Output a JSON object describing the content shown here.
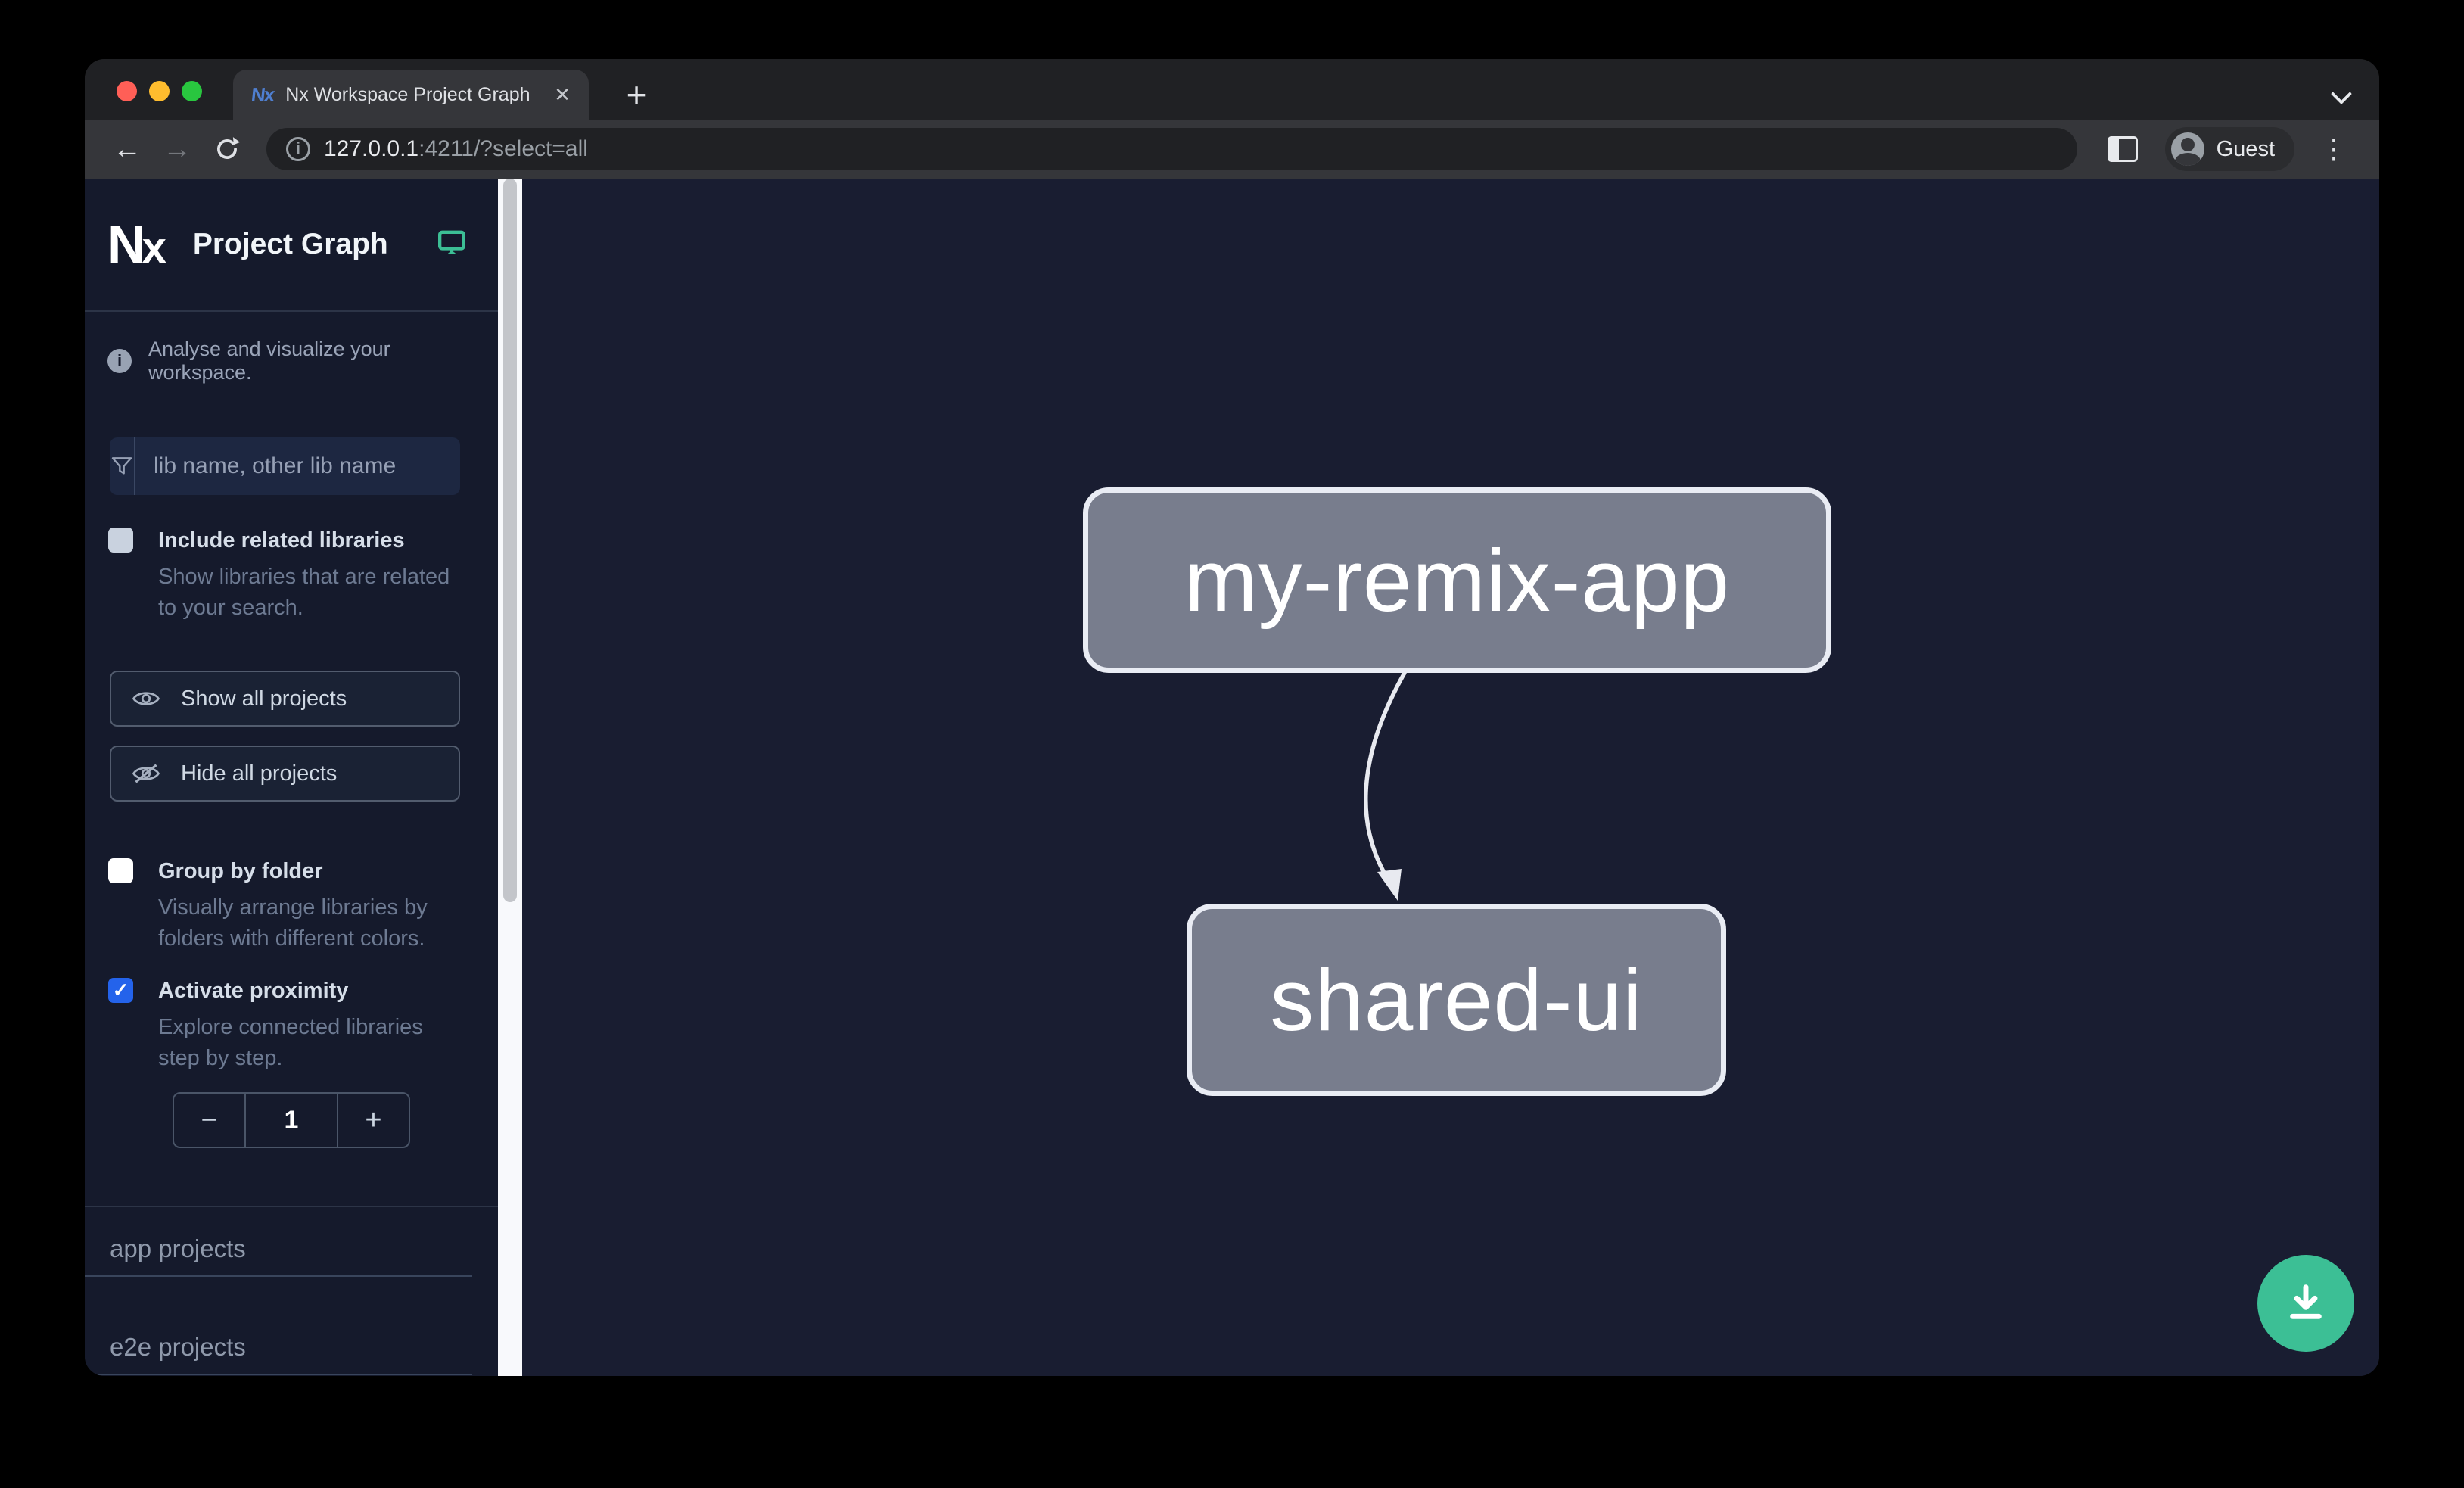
{
  "browser": {
    "tab_title": "Nx Workspace Project Graph",
    "close_tab_glyph": "✕",
    "new_tab_glyph": "+",
    "back_glyph": "←",
    "forward_glyph": "→",
    "url_host": "127.0.0.1",
    "url_rest": ":4211/?select=all",
    "info_glyph": "i",
    "profile_label": "Guest",
    "kebab_glyph": "⋮"
  },
  "sidebar": {
    "logo_n": "N",
    "logo_x": "x",
    "title": "Project Graph",
    "tagline_icon_glyph": "i",
    "tagline": "Analyse and visualize your workspace.",
    "filter": {
      "placeholder": "lib name, other lib name"
    },
    "include_related": {
      "label": "Include related libraries",
      "description": "Show libraries that are related to your search.",
      "checked": false
    },
    "show_all_label": "Show all projects",
    "hide_all_label": "Hide all projects",
    "group_by_folder": {
      "label": "Group by folder",
      "description": "Visually arrange libraries by folders with different colors.",
      "checked": false
    },
    "proximity": {
      "label": "Activate proximity",
      "description": "Explore connected libraries step by step.",
      "checked": true,
      "check_glyph": "✓",
      "decrement_glyph": "−",
      "value": "1",
      "increment_glyph": "+"
    },
    "sections": [
      {
        "label": "app projects"
      },
      {
        "label": "e2e projects"
      }
    ]
  },
  "graph": {
    "nodes": [
      {
        "label": "my-remix-app"
      },
      {
        "label": "shared-ui"
      }
    ],
    "edge": {
      "from": "my-remix-app",
      "to": "shared-ui"
    }
  },
  "colors": {
    "accent_green": "#3cbf95",
    "checkbox_blue": "#2463eb",
    "node_fill": "#787d8d",
    "node_border": "#e9ecf4",
    "sidebar_bg": "#151a2c",
    "canvas_bg": "#191d31"
  }
}
